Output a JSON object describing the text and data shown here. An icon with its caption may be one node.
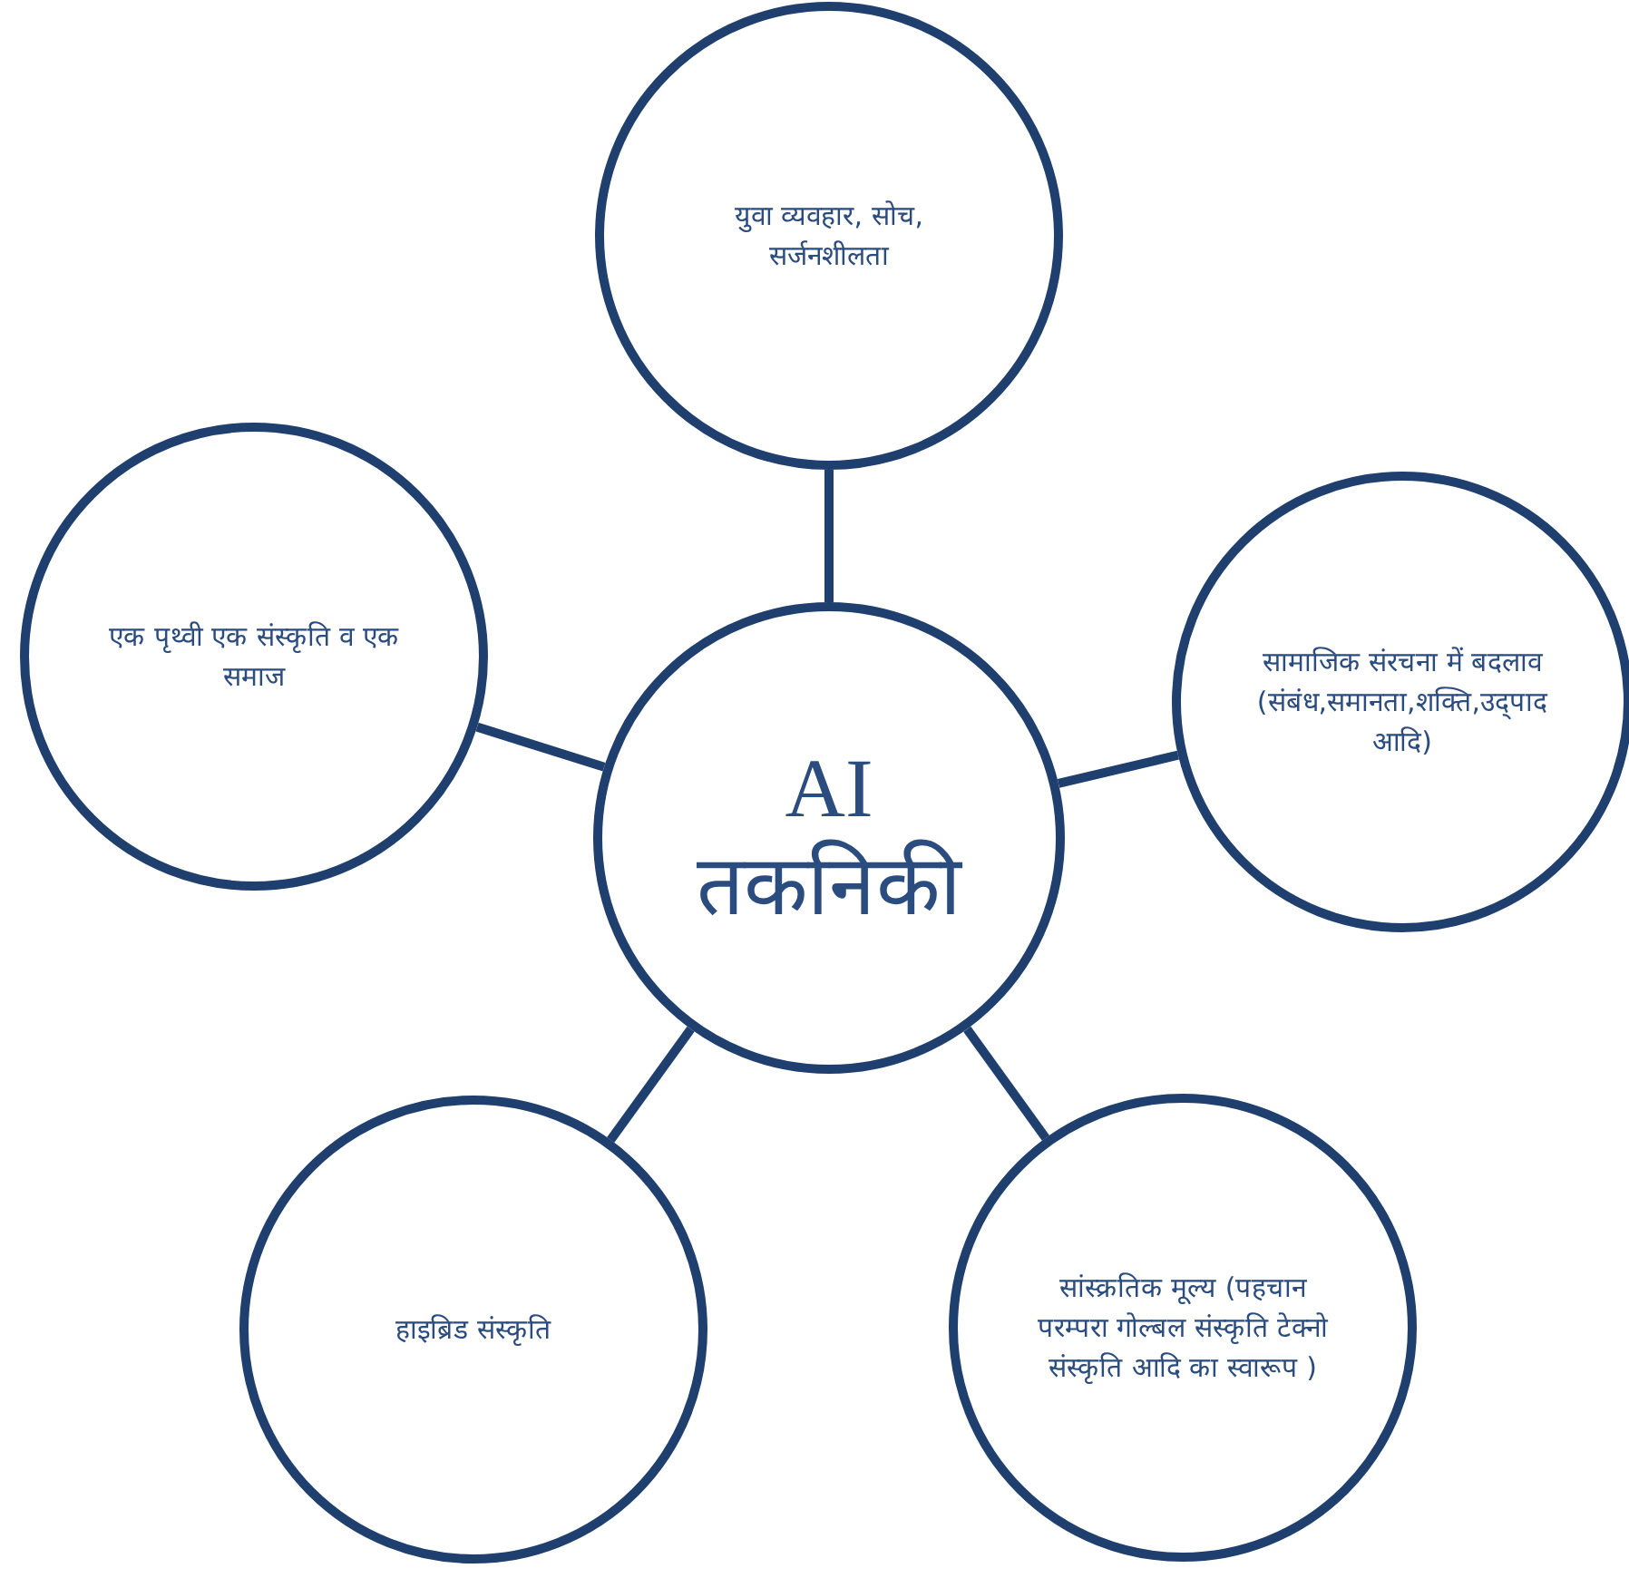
{
  "diagram": {
    "nodes": [
      {
        "text": [
          "AI तकनिकी"
        ]
      },
      {
        "text": [
          "युवा व्यवहार, सोच, सर्जनशीलता"
        ]
      },
      {
        "text": [
          "एक पृथ्वी एक संस्कृति व एक समाज"
        ]
      },
      {
        "text": [
          "सामाजिक संरचना में बदलाव (संबंध,समानता,शक्ति,उद्पाद आदि)"
        ]
      },
      {
        "text": [
          "हाइब्रिड संस्कृति"
        ]
      },
      {
        "text": [
          "सांस्क्रतिक मूल्य (पहचान परम्परा गोल्बल संस्कृति टेक्नो संस्कृति आदि का स्वारूप )"
        ]
      }
    ],
    "edges": [
      {
        "from": 0,
        "to": 1,
        "arrow": "none"
      },
      {
        "from": 0,
        "to": 2,
        "arrow": "none"
      },
      {
        "from": 0,
        "to": 3,
        "arrow": "none"
      },
      {
        "from": 0,
        "to": 4,
        "arrow": "none"
      },
      {
        "from": 0,
        "to": 5,
        "arrow": "none"
      }
    ]
  }
}
